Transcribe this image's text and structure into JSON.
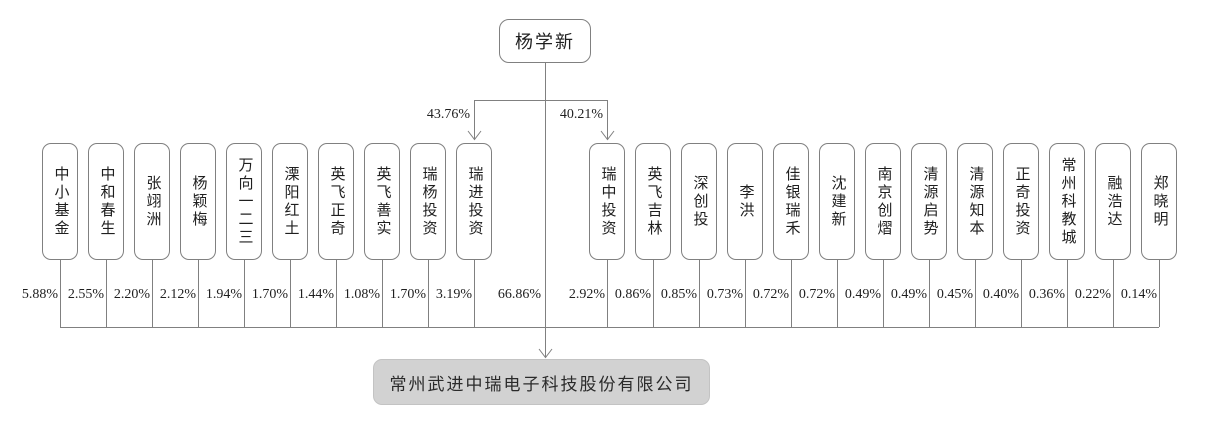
{
  "root": {
    "label": "杨学新"
  },
  "company": {
    "label": "常州武进中瑞电子科技股份有限公司"
  },
  "direct_ownership": {
    "percent": "66.86%"
  },
  "branches": {
    "left_percent": "43.76%",
    "left_target": "瑞进投资",
    "right_percent": "40.21%",
    "right_target": "瑞中投资"
  },
  "left_shareholders": [
    {
      "name": "中小基金",
      "percent": "5.88%"
    },
    {
      "name": "中和春生",
      "percent": "2.55%"
    },
    {
      "name": "张翊洲",
      "percent": "2.20%"
    },
    {
      "name": "杨颖梅",
      "percent": "2.12%"
    },
    {
      "name": "万向一二三",
      "percent": "1.94%"
    },
    {
      "name": "溧阳红土",
      "percent": "1.70%"
    },
    {
      "name": "英飞正奇",
      "percent": "1.44%"
    },
    {
      "name": "英飞善实",
      "percent": "1.08%"
    },
    {
      "name": "瑞杨投资",
      "percent": "1.70%"
    },
    {
      "name": "瑞进投资",
      "percent": "3.19%"
    }
  ],
  "right_shareholders": [
    {
      "name": "瑞中投资",
      "percent": "2.92%"
    },
    {
      "name": "英飞吉林",
      "percent": "0.86%"
    },
    {
      "name": "深创投",
      "percent": "0.85%"
    },
    {
      "name": "李洪",
      "percent": "0.73%"
    },
    {
      "name": "佳银瑞禾",
      "percent": "0.72%"
    },
    {
      "name": "沈建新",
      "percent": "0.72%"
    },
    {
      "name": "南京创熠",
      "percent": "0.49%"
    },
    {
      "name": "清源启势",
      "percent": "0.49%"
    },
    {
      "name": "清源知本",
      "percent": "0.45%"
    },
    {
      "name": "正奇投资",
      "percent": "0.40%"
    },
    {
      "name": "常州科教城",
      "percent": "0.36%"
    },
    {
      "name": "融浩达",
      "percent": "0.22%"
    },
    {
      "name": "郑晓明",
      "percent": "0.14%"
    }
  ],
  "colors": {
    "line": "#808080",
    "box_border": "#808080",
    "company_fill": "#d2d2d2",
    "text": "#1f1f1f"
  }
}
